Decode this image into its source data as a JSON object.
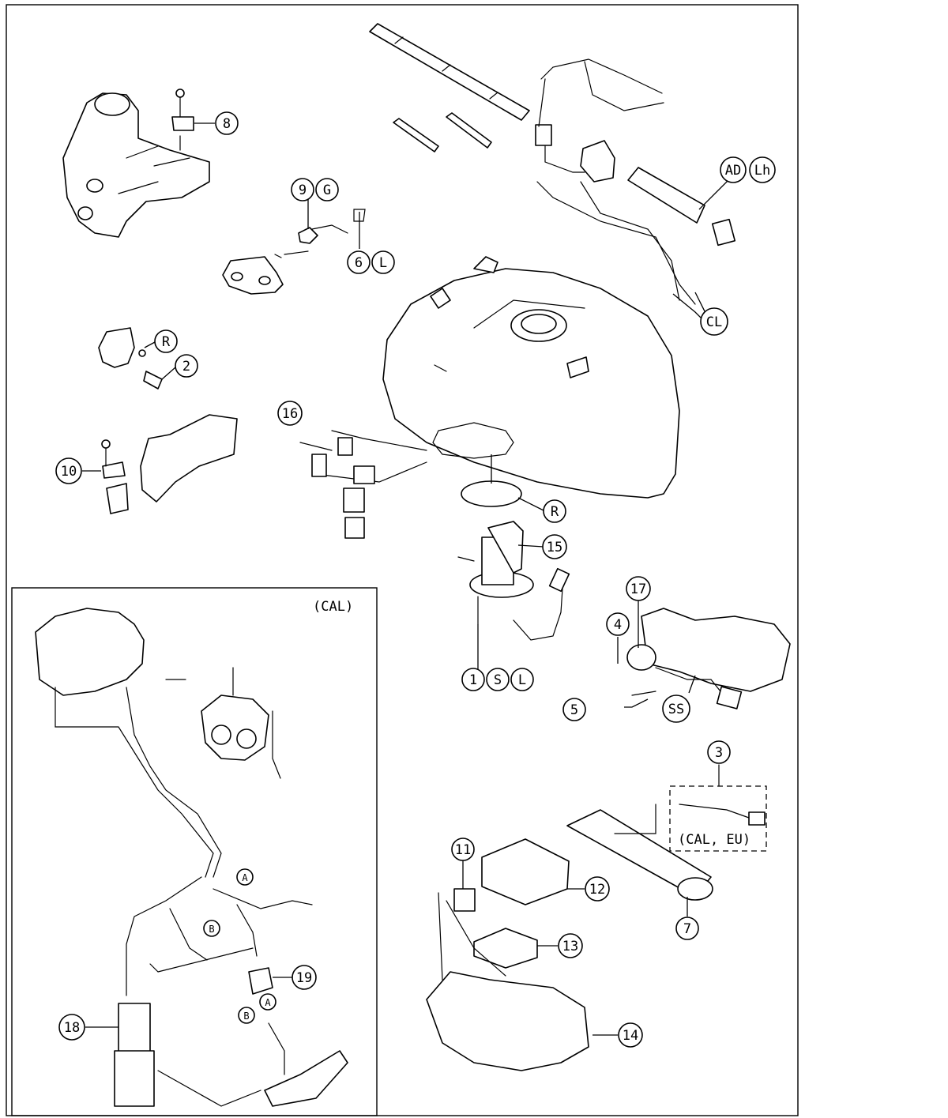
{
  "callouts": {
    "c8": "8",
    "c9": "9",
    "cG": "G",
    "c6": "6",
    "cL_6": "L",
    "cAD": "AD",
    "cLh": "Lh",
    "cCL": "CL",
    "cR_top": "R",
    "c2": "2",
    "c16": "16",
    "c10": "10",
    "cR_tank": "R",
    "c15": "15",
    "c17": "17",
    "c4": "4",
    "c1": "1",
    "cS": "S",
    "cL_1": "L",
    "c5": "5",
    "cSS": "SS",
    "c3": "3",
    "c11": "11",
    "c12": "12",
    "c7": "7",
    "c13": "13",
    "c14": "14",
    "c19": "19",
    "c18": "18",
    "cA1": "A",
    "cB1": "B",
    "cB2": "B",
    "cA2": "A"
  },
  "inset_label": "(CAL)",
  "option_label": "(CAL, EU)"
}
